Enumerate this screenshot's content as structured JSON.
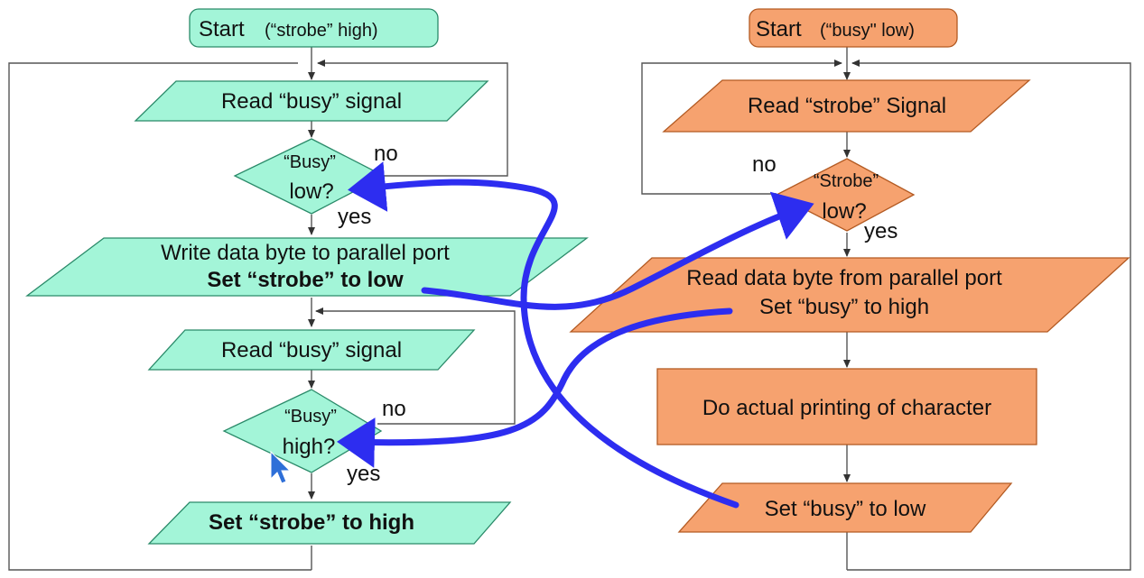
{
  "colors": {
    "left_fill": "#a3f5d8",
    "left_stroke": "#2a8a69",
    "right_fill": "#f6a26f",
    "right_stroke": "#b35a22",
    "arrow": "#2d2df0",
    "line": "#555555"
  },
  "left": {
    "start": {
      "title": "Start",
      "paren": "(“strobe” high)"
    },
    "read_busy_1": "Read “busy” signal",
    "decision_1": {
      "line1": "“Busy”",
      "line2": "low?",
      "no": "no",
      "yes": "yes"
    },
    "write_block": {
      "line1": "Write data byte to parallel port",
      "line2": "Set “strobe” to low"
    },
    "read_busy_2": "Read “busy” signal",
    "decision_2": {
      "line1": "“Busy”",
      "line2": "high?",
      "no": "no",
      "yes": "yes"
    },
    "set_strobe_high": "Set “strobe” to high"
  },
  "right": {
    "start": {
      "title": "Start",
      "paren": "(“busy\" low)"
    },
    "read_strobe": "Read “strobe” Signal",
    "decision": {
      "line1": "“Strobe”",
      "line2": "low?",
      "no": "no",
      "yes": "yes"
    },
    "read_data_block": {
      "line1": "Read data byte from parallel port",
      "line2": "Set “busy” to high"
    },
    "print_block": "Do actual printing of character",
    "set_busy_low": "Set “busy” to low"
  },
  "handshake_arrows": [
    "strobe-low-to-strobe-decision",
    "busy-high-to-busy-high-decision",
    "busy-low-to-busy-low-decision"
  ],
  "cursor_icon": "mouse-pointer-icon"
}
